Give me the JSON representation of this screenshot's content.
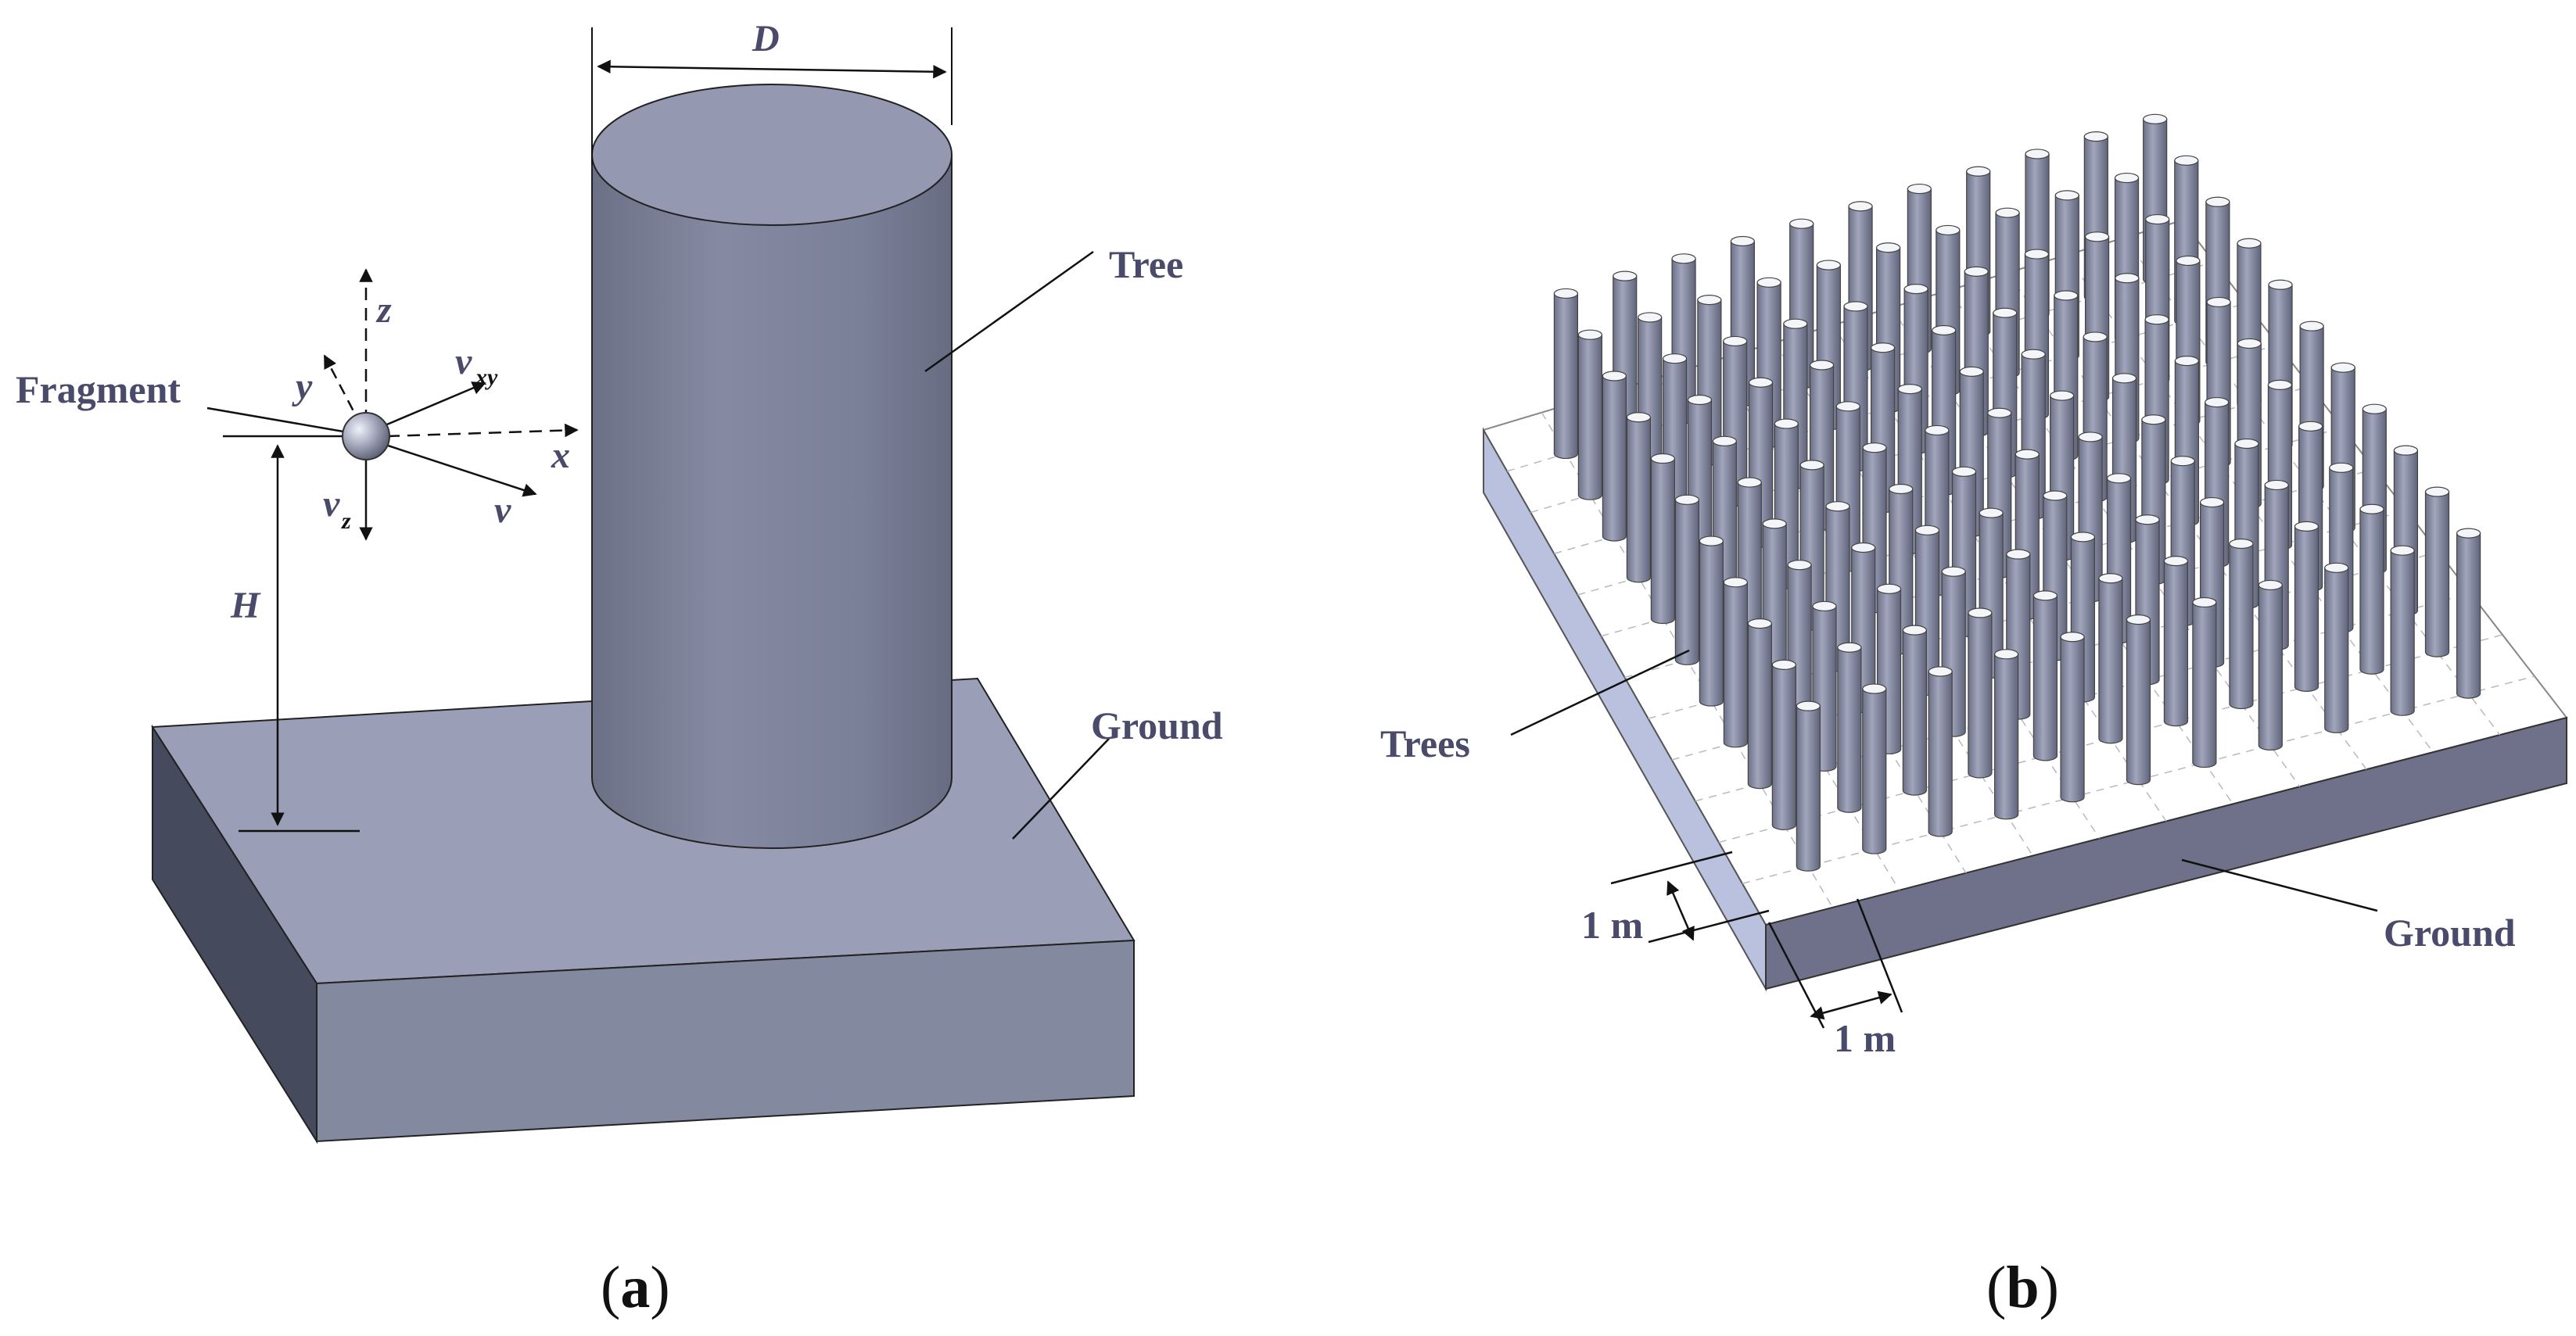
{
  "panel_a": {
    "labels": {
      "diameter": "D",
      "tree": "Tree",
      "fragment": "Fragment",
      "ground": "Ground",
      "height": "H",
      "axis_z": "z",
      "axis_y": "y",
      "axis_x": "x",
      "vel_v": "v",
      "vel_vxy_main": "v",
      "vel_vxy_sub": "xy",
      "vel_vz_main": "v",
      "vel_vz_sub": "z"
    },
    "caption": {
      "open": "(",
      "letter": "a",
      "close": ")"
    }
  },
  "panel_b": {
    "labels": {
      "trees": "Trees",
      "ground": "Ground",
      "spacing_depth": "1 m",
      "spacing_width": "1 m"
    },
    "caption": {
      "open": "(",
      "letter": "b",
      "close": ")"
    }
  },
  "colors": {
    "solid_top": "#9a9eb6",
    "solid_front": "#838aa0",
    "solid_side": "#454a5c",
    "cylinder_light": "#9094ac",
    "cylinder_dark": "#6d7389",
    "slab_top_b": "#ffffff",
    "slab_left_b": "#b9c1de",
    "slab_front_b": "#6f7089",
    "label_color": "#4a4a6a"
  }
}
